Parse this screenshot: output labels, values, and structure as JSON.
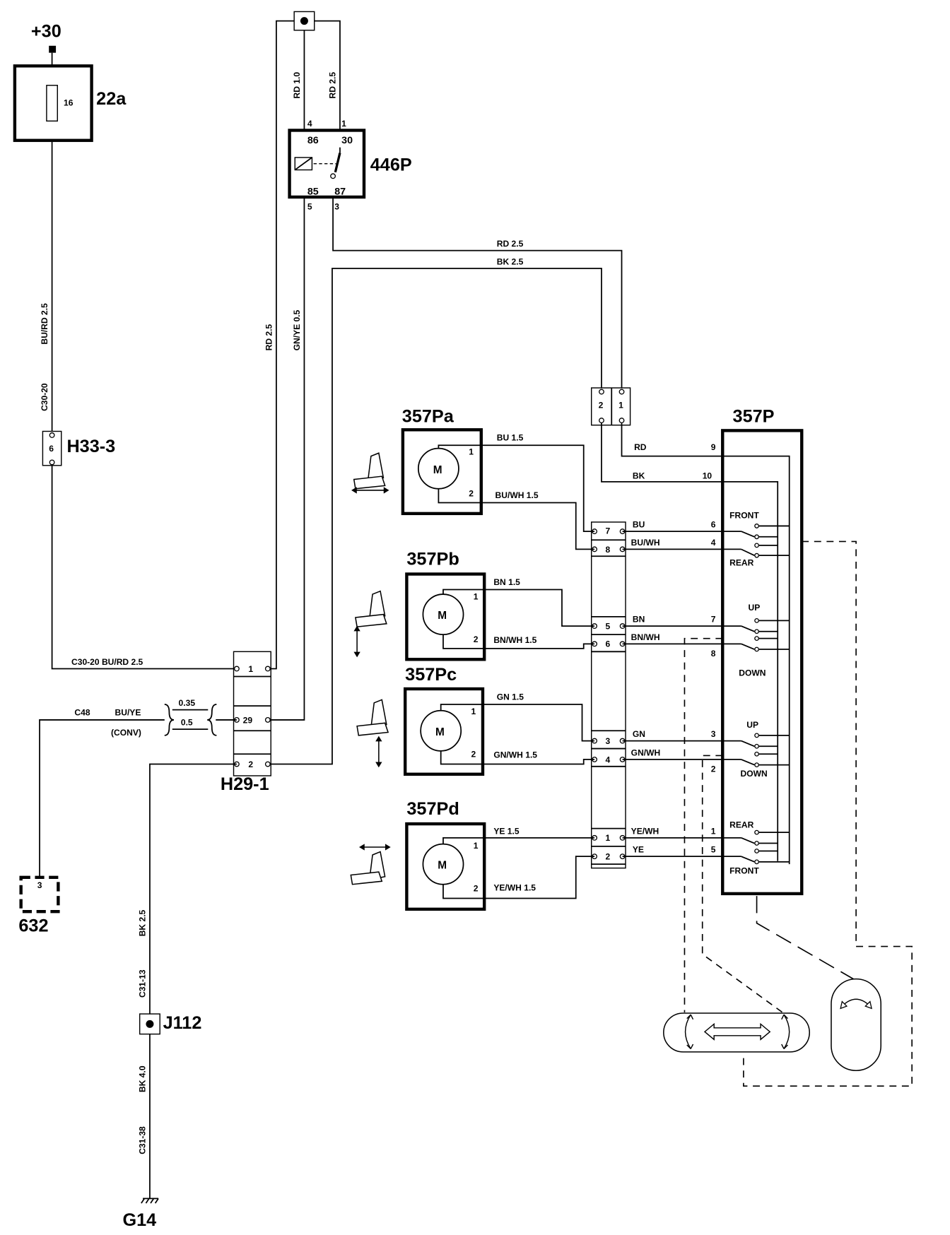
{
  "title": "",
  "power": {
    "terminal": "+30"
  },
  "fuse": {
    "id": "22a",
    "number": "16"
  },
  "relay": {
    "id": "446P",
    "pin_86": "86",
    "pin_30": "30",
    "pin_85": "85",
    "pin_87": "87",
    "conn_4": "4",
    "conn_1": "1",
    "conn_5": "5",
    "conn_3": "3"
  },
  "connectors": {
    "h33": {
      "id": "H33-3",
      "pin": "6"
    },
    "h29": {
      "id": "H29-1",
      "pins": [
        "1",
        "29",
        "2"
      ]
    },
    "c632": {
      "id": "632",
      "pin": "3"
    },
    "j112": {
      "id": "J112"
    },
    "ground": {
      "id": "G14"
    },
    "upper": {
      "pins": [
        "2",
        "1"
      ]
    },
    "mid_pins": [
      "7",
      "8",
      "5",
      "6",
      "3",
      "4",
      "1",
      "2"
    ]
  },
  "wires": {
    "rd10": "RD 1.0",
    "rd25_relay": "RD 2.5",
    "burd": "BU/RD 2.5",
    "c30_20": "C30-20",
    "rd25": "RD 2.5",
    "gnye": "GN/YE 0.5",
    "rd25_h": "RD 2.5",
    "bk25_h": "BK 2.5",
    "h29_top": "C30-20   BU/RD  2.5",
    "c48": "C48",
    "buye": "BU/YE",
    "w035": "0.35",
    "w05": "0.5",
    "conv": "(CONV)",
    "bk25": "BK 2.5",
    "c31_13": "C31-13",
    "bk40": "BK 4.0",
    "c31_38": "C31-38"
  },
  "motors": [
    {
      "id": "357Pa",
      "symbol": "M",
      "pin1": "1",
      "pin2": "2",
      "wire1": "BU  1.5",
      "wire2": "BU/WH  1.5"
    },
    {
      "id": "357Pb",
      "symbol": "M",
      "pin1": "1",
      "pin2": "2",
      "wire1": "BN  1.5",
      "wire2": "BN/WH  1.5"
    },
    {
      "id": "357Pc",
      "symbol": "M",
      "pin1": "1",
      "pin2": "2",
      "wire1": "GN  1.5",
      "wire2": "GN/WH  1.5"
    },
    {
      "id": "357Pd",
      "symbol": "M",
      "pin1": "1",
      "pin2": "2",
      "wire1": "YE  1.5",
      "wire2": "YE/WH  1.5"
    }
  ],
  "switch": {
    "id": "357P",
    "rd": "RD",
    "rd_pin": "9",
    "bk": "BK",
    "bk_pin": "10",
    "rows": [
      {
        "wire": "BU",
        "pin": "6"
      },
      {
        "wire": "BU/WH",
        "pin": "4"
      },
      {
        "wire": "BN",
        "pin": "7"
      },
      {
        "wire": "BN/WH",
        "pin": "8"
      },
      {
        "wire": "GN",
        "pin": "3"
      },
      {
        "wire": "GN/WH",
        "pin": "2"
      },
      {
        "wire": "YE/WH",
        "pin": "1"
      },
      {
        "wire": "YE",
        "pin": "5"
      }
    ],
    "labels": {
      "front1": "FRONT",
      "rear1": "REAR",
      "up1": "UP",
      "down1": "DOWN",
      "up2": "UP",
      "down2": "DOWN",
      "rear2": "REAR",
      "front2": "FRONT"
    }
  },
  "icons": [
    "seat-slide-icon",
    "seat-height-front-icon",
    "seat-height-rear-icon",
    "seat-backrest-icon",
    "seat-switch-icon",
    "backrest-switch-icon"
  ]
}
